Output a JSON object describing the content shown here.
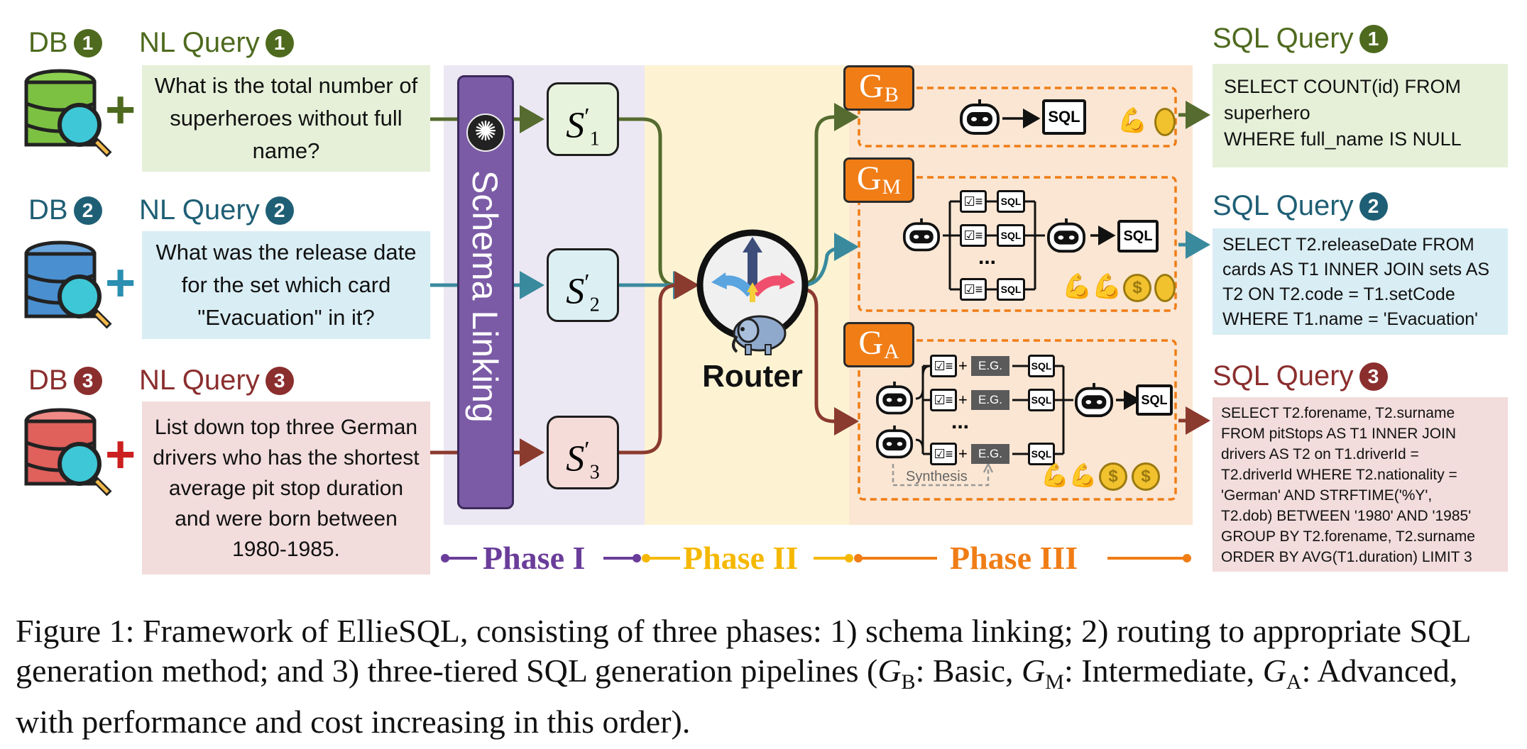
{
  "rows": [
    {
      "db_label": "DB",
      "db_num": "1",
      "nl_label": "NL Query",
      "nl_num": "1",
      "nl_text": "What is the total number of superheroes without full name?",
      "plus": "+",
      "schema": {
        "letter": "S",
        "prime": "′",
        "sub": "1"
      },
      "sql_label": "SQL Query",
      "sql_num": "1",
      "sql_text": "SELECT COUNT(id) FROM\nsuperhero\nWHERE full_name IS NULL",
      "colors": {
        "text": "#4e6a1e",
        "box": "#e6f0d9",
        "db": "#7dc143",
        "line": "#556b2f",
        "schema_box": "#e8f3de"
      }
    },
    {
      "db_label": "DB",
      "db_num": "2",
      "nl_label": "NL Query",
      "nl_num": "2",
      "nl_text": "What was the release date for the set which card \"Evacuation\" in it?",
      "plus": "+",
      "schema": {
        "letter": "S",
        "prime": "′",
        "sub": "2"
      },
      "sql_label": "SQL Query",
      "sql_num": "2",
      "sql_text": "SELECT T2.releaseDate FROM\ncards AS T1 INNER JOIN sets AS\nT2 ON T2.code = T1.setCode\nWHERE T1.name = 'Evacuation'",
      "colors": {
        "text": "#1f5f75",
        "box": "#d9edf4",
        "db": "#4a8fd0",
        "line": "#3a8a9e",
        "schema_box": "#dcf0f4"
      }
    },
    {
      "db_label": "DB",
      "db_num": "3",
      "nl_label": "NL Query",
      "nl_num": "3",
      "nl_text": "List down top three German drivers who has the shortest average pit stop duration and were born between 1980-1985.",
      "plus": "+",
      "schema": {
        "letter": "S",
        "prime": "′",
        "sub": "3"
      },
      "sql_label": "SQL Query",
      "sql_num": "3",
      "sql_text": "SELECT T2.forename, T2.surname\nFROM pitStops AS T1 INNER JOIN\ndrivers AS T2 on T1.driverId =\nT2.driverId WHERE T2.nationality =\n'German' AND STRFTIME('%Y',\nT2.dob) BETWEEN '1980' AND '1985'\nGROUP BY T2.forename, T2.surname\nORDER BY AVG(T1.duration) LIMIT 3",
      "colors": {
        "text": "#8b2e2e",
        "box": "#f2dcdc",
        "db": "#e0605c",
        "line": "#8b3a2e",
        "schema_box": "#f5dcd8"
      }
    }
  ],
  "schema_linking": {
    "label": "Schema Linking",
    "icon": "openai-icon",
    "color": "#7b5ba6"
  },
  "router": {
    "label": "Router",
    "icon": "elephant-router-icon"
  },
  "generators": [
    {
      "letter": "G",
      "sub": "B",
      "tier": "basic",
      "icon_sql": "SQL"
    },
    {
      "letter": "G",
      "sub": "M",
      "tier": "intermediate",
      "icon_sql": "SQL",
      "ellipsis": "..."
    },
    {
      "letter": "G",
      "sub": "A",
      "tier": "advanced",
      "icon_sql": "SQL",
      "eg_label": "E.G.",
      "ellipsis": "...",
      "synthesis": "Synthesis"
    }
  ],
  "phases": [
    {
      "label": "Phase I",
      "color": "#6a3d9a",
      "bg": "#ede9f4"
    },
    {
      "label": "Phase II",
      "color": "#f5b800",
      "bg": "#fdf3d2"
    },
    {
      "label": "Phase III",
      "color": "#f07d16",
      "bg": "#fbe6d2"
    }
  ],
  "caption": {
    "prefix": "Figure 1: Framework of EllieSQL, consisting of three phases: 1) schema linking; 2) routing to appropriate SQL generation method; and 3) three-tiered SQL generation pipelines (",
    "gb": "G",
    "gb_sub": "B",
    "gb_desc": ": Basic, ",
    "gm": "G",
    "gm_sub": "M",
    "gm_desc": ": Intermediate, ",
    "ga": "G",
    "ga_sub": "A",
    "ga_desc": ": Advanced, with performance and cost increasing in this order)."
  }
}
